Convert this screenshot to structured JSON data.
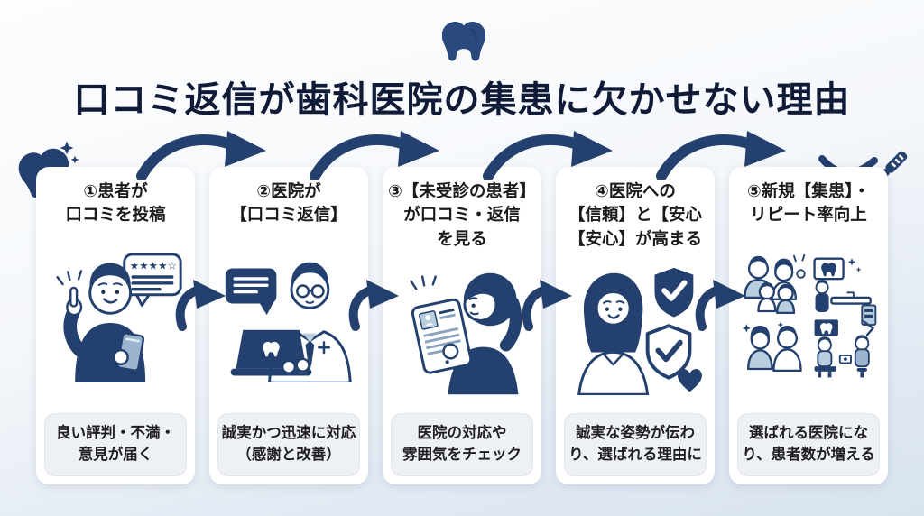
{
  "page": {
    "title": "口コミ返信が歯科医院の集患に欠かせない理由"
  },
  "colors": {
    "navy": "#24406e",
    "title_text": "#101b38",
    "light_blue": "#b9cede",
    "card_bg": "#ffffff",
    "caption_bg": "#edf0f4",
    "background_top": "#fdfdfe",
    "background_bottom": "#d8e3ef"
  },
  "icons": {
    "top_center": "tooth-icon",
    "top_left": "smiling-tooth-icon",
    "top_right": "smile-and-toothbrush-icon"
  },
  "steps": [
    {
      "title": "①患者が\n口コミを投稿",
      "caption": "良い評判・不満・\n意見が届く",
      "illustration": "patient-posting-review",
      "stars": "★★★★☆"
    },
    {
      "title": "②医院が\n【口コミ返信】",
      "caption": "誠実かつ迅速に対応\n（感謝と改善）",
      "illustration": "clinic-replying-on-laptop"
    },
    {
      "title": "③【未受診の患者】\nが口コミ・返信\nを見る",
      "caption": "医院の対応や\n雰囲気をチェック",
      "illustration": "prospect-reading-reviews-on-tablet"
    },
    {
      "title": "④医院への\n【信頼】と【安心\n【安心】が高まる",
      "caption": "誠実な姿勢が伝わ\nり、選ばれる理由に",
      "illustration": "trust-and-reassurance-shields"
    },
    {
      "title": "⑤新規【集患】・\nリピート率向上",
      "caption": "選ばれる医院にな\nり、患者数が増える",
      "illustration": "new-and-returning-patients"
    }
  ]
}
